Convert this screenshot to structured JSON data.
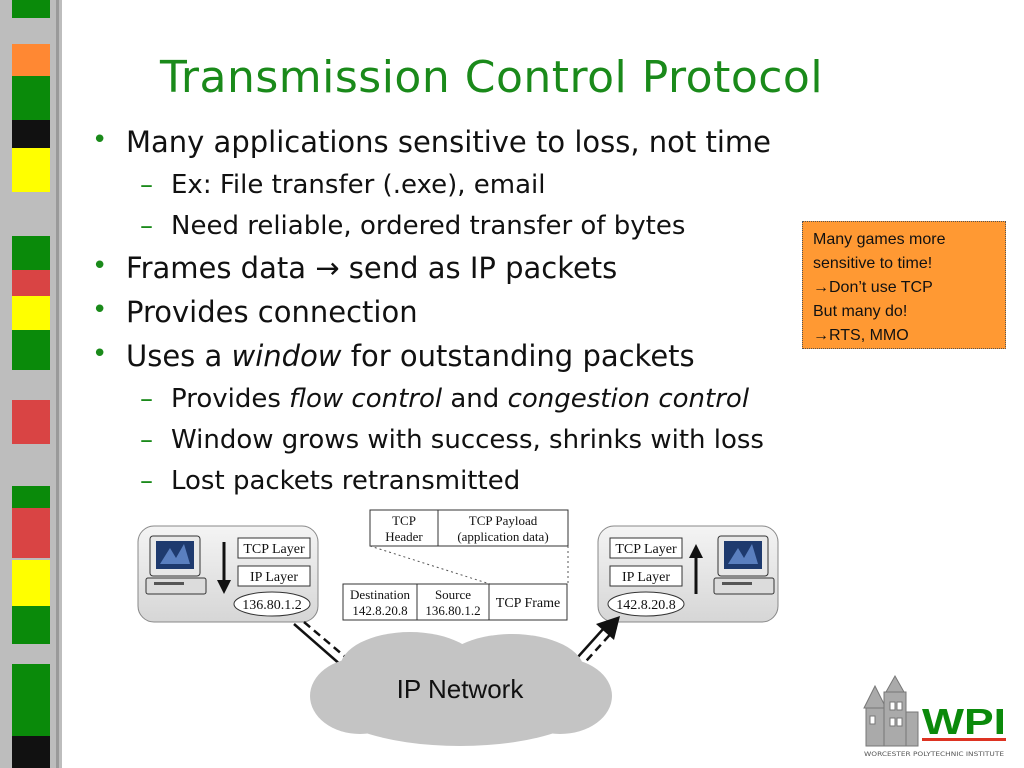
{
  "title": "Transmission Control Protocol",
  "bullets": {
    "b1": "Many applications sensitive to loss, not time",
    "b1_sub1": "Ex: File transfer (.exe), email",
    "b1_sub2": "Need reliable, ordered transfer of bytes",
    "b2_before": "Frames data",
    "b2_arrow": "→",
    "b2_after": " send as IP packets",
    "b3": "Provides connection",
    "b4_pre": "Uses a ",
    "b4_em": "window",
    "b4_post": " for outstanding packets",
    "b4_sub1_pre": "Provides ",
    "b4_sub1_em1": "flow control",
    "b4_sub1_mid": " and ",
    "b4_sub1_em2": "congestion control",
    "b4_sub2": "Window grows with success, shrinks with loss",
    "b4_sub3": "Lost packets retransmitted",
    "dash": "–",
    "dot": "•"
  },
  "note": {
    "line1": "Many games more",
    "line2": "sensitive to time!",
    "line3": "→Don’t use TCP",
    "line4": "But many do!",
    "line5": "→RTS, MMO"
  },
  "diagram": {
    "left_host": {
      "tcp_layer": "TCP Layer",
      "ip_layer": "IP Layer",
      "address": "136.80.1.2"
    },
    "right_host": {
      "tcp_layer": "TCP Layer",
      "ip_layer": "IP Layer",
      "address": "142.8.20.8"
    },
    "segment": {
      "header_l1": "TCP",
      "header_l2": "Header",
      "payload_l1": "TCP Payload",
      "payload_l2": "(application data)"
    },
    "frame": {
      "dest_label": "Destination",
      "dest_value": "142.8.20.8",
      "src_label": "Source",
      "src_value": "136.80.1.2",
      "frame_label": "TCP Frame"
    },
    "network": "IP Network"
  },
  "logo": {
    "text": "WPI",
    "subtitle": "WORCESTER POLYTECHNIC INSTITUTE"
  },
  "colors": {
    "title": "#1a8a1a",
    "note_bg": "#ff9933",
    "stripe_bg": "#bdbdbd",
    "stripe_bars": [
      "#ff8833",
      "#0a8a0a",
      "#111111",
      "#ffff00",
      "#0a8a0a",
      "#d94444",
      "#ffff00",
      "#0a8a0a",
      "#bdbdbd",
      "#d94444",
      "#d94444",
      "#bdbdbd",
      "#d94444",
      "#ffff00",
      "#0a8a0a",
      "#bdbdbd",
      "#0a8a0a",
      "#111111"
    ]
  }
}
